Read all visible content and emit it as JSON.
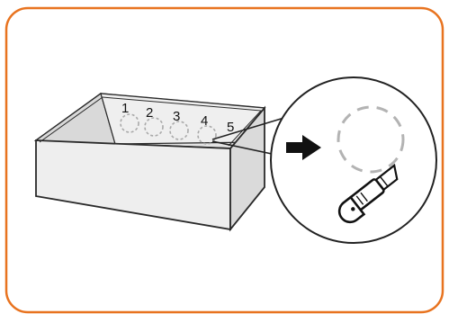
{
  "figure": {
    "frame_color": "#e8731f",
    "box_fill": "#ececec",
    "box_inner_fill": "#e3e3e3",
    "box_stroke": "#2a2a2a",
    "dashed_circle_color": "#a9a9a9",
    "numbers": [
      "1",
      "2",
      "3",
      "4",
      "5"
    ],
    "icons": {
      "arrow": "arrow-right-icon",
      "cutter": "utility-knife-icon"
    }
  }
}
